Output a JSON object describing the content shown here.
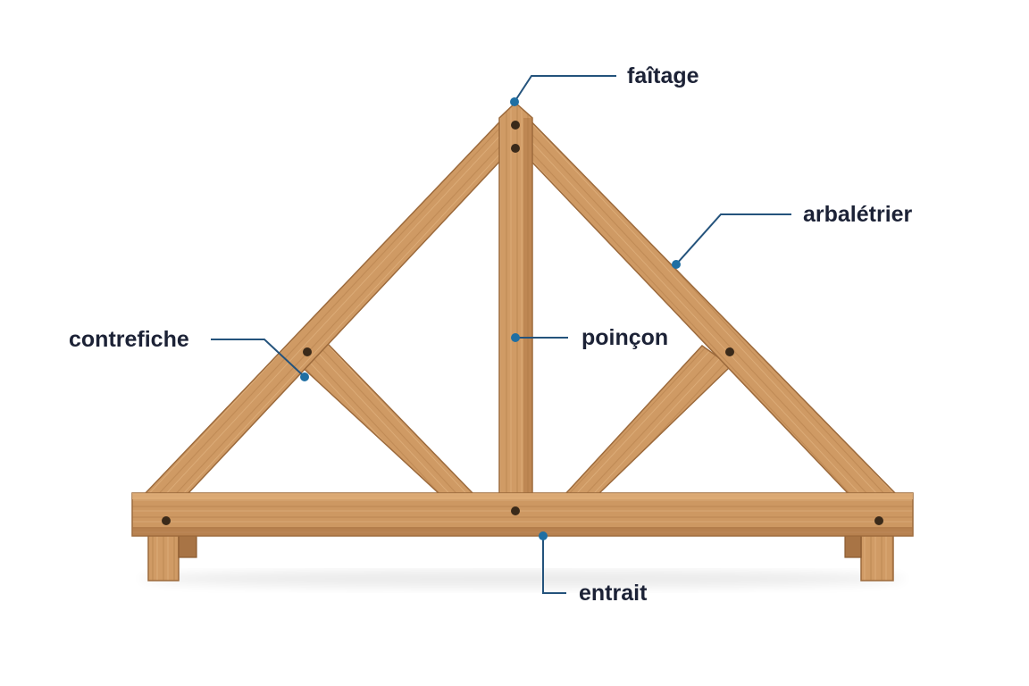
{
  "title": "",
  "colors": {
    "background": "#ffffff",
    "wood_light": "#d7a470",
    "wood_mid": "#c18d59",
    "wood_dark": "#9c6a3c",
    "bolt": "#3a2a1a",
    "leader_line": "#24537c",
    "leader_dot": "#1f6fa3",
    "label_text": "#1c2236"
  },
  "labels": {
    "faitage": "faîtage",
    "arbaletrier": "arbalétrier",
    "contrefiche": "contrefiche",
    "poincon": "poinçon",
    "entrait": "entrait"
  }
}
